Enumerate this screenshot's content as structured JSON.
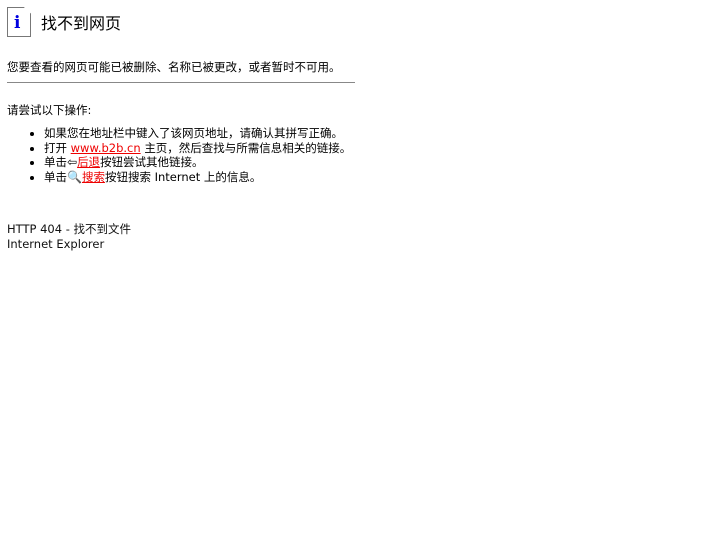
{
  "title": "找不到网页",
  "message": "您要查看的网页可能已被删除、名称已被更改，或者暂时不可用。",
  "try_heading": "请尝试以下操作:",
  "items": {
    "i1": "如果您在地址栏中键入了该网页地址，请确认其拼写正确。",
    "i2_pre": "打开",
    "i2_link": "www.b2b.cn",
    "i2_post": "主页，然后查找与所需信息相关的链接。",
    "i3_pre": "单击",
    "i3_link": "后退",
    "i3_post": "按钮尝试其他链接。",
    "i4_pre": "单击",
    "i4_link": "搜索",
    "i4_post": "按钮搜索 Internet 上的信息。"
  },
  "footer": {
    "code": "HTTP 404 - 找不到文件",
    "browser": "Internet Explorer"
  }
}
